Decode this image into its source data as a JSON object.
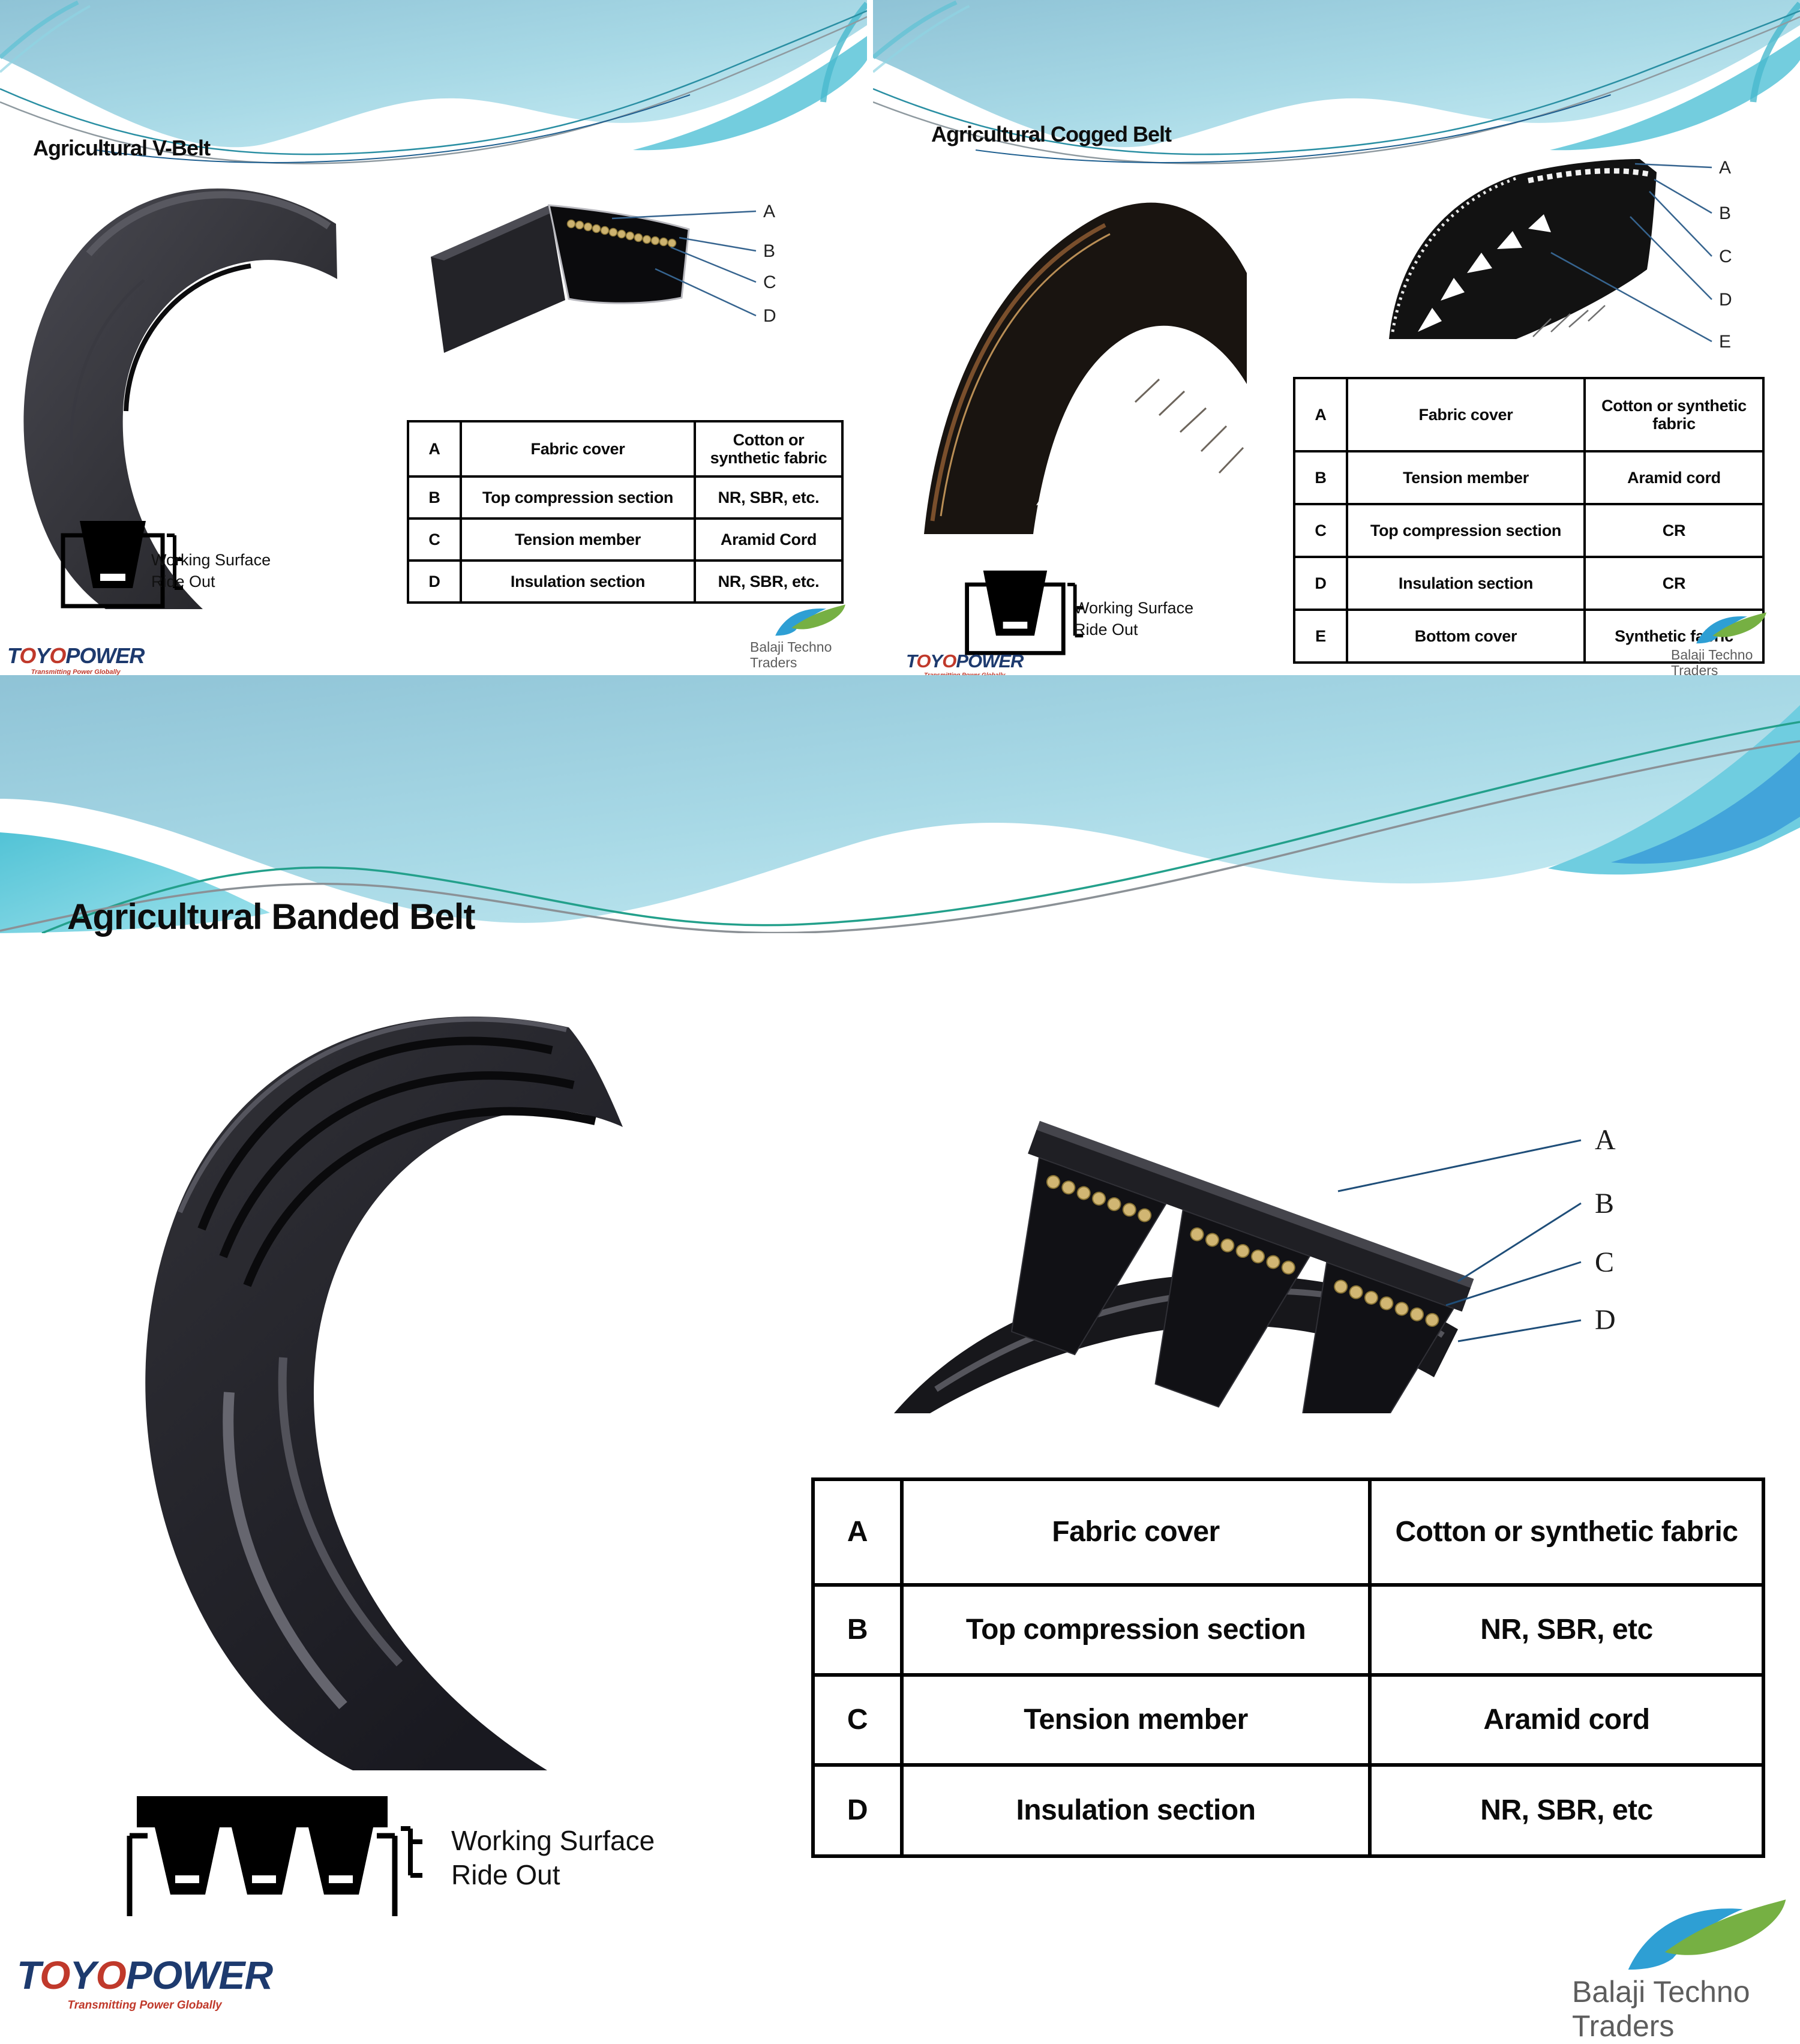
{
  "pages": [
    {
      "title": "Agricultural V-Belt",
      "diagram_labels": [
        "A",
        "B",
        "C",
        "D"
      ],
      "table": {
        "rows": [
          {
            "letter": "A",
            "part": "Fabric cover",
            "material": "Cotton or synthetic fabric"
          },
          {
            "letter": "B",
            "part": "Top compression section",
            "material": "NR, SBR, etc."
          },
          {
            "letter": "C",
            "part": "Tension member",
            "material": "Aramid Cord"
          },
          {
            "letter": "D",
            "part": "Insulation section",
            "material": "NR, SBR, etc."
          }
        ]
      }
    },
    {
      "title": "Agricultural Cogged Belt",
      "diagram_labels": [
        "A",
        "B",
        "C",
        "D",
        "E"
      ],
      "table": {
        "rows": [
          {
            "letter": "A",
            "part": "Fabric cover",
            "material": "Cotton or synthetic fabric"
          },
          {
            "letter": "B",
            "part": "Tension member",
            "material": "Aramid cord"
          },
          {
            "letter": "C",
            "part": "Top compression section",
            "material": "CR"
          },
          {
            "letter": "D",
            "part": "Insulation section",
            "material": "CR"
          },
          {
            "letter": "E",
            "part": "Bottom cover",
            "material": "Synthetic fabric"
          }
        ]
      }
    },
    {
      "title": "Agricultural Banded Belt",
      "diagram_labels": [
        "A",
        "B",
        "C",
        "D"
      ],
      "table": {
        "rows": [
          {
            "letter": "A",
            "part": "Fabric cover",
            "material": "Cotton or synthetic fabric"
          },
          {
            "letter": "B",
            "part": "Top compression section",
            "material": "NR, SBR, etc"
          },
          {
            "letter": "C",
            "part": "Tension member",
            "material": "Aramid cord"
          },
          {
            "letter": "D",
            "part": "Insulation section",
            "material": "NR, SBR, etc"
          }
        ]
      }
    }
  ],
  "working_surface": {
    "line1": "Working Surface",
    "line2": "Ride Out"
  },
  "logos": {
    "toyopower": {
      "parts": [
        "T",
        "O",
        "Y",
        "O",
        "POWER"
      ],
      "tagline": "Transmitting Power Globally"
    },
    "balaji": {
      "line1": "Balaji Techno",
      "line2": "Traders"
    }
  },
  "colors": {
    "wave_blue": "#8fc3d6",
    "wave_cyan": "#64c8da",
    "label_line_blue": "#2e6da4",
    "gold_dot": "#cdb370",
    "table_border": "#000000",
    "toyopower_navy": "#1d3a6e",
    "toyopower_red": "#c0392b",
    "balaji_blue": "#2e9fd4",
    "balaji_green": "#76b043",
    "balaji_text": "#5d5d5d"
  }
}
